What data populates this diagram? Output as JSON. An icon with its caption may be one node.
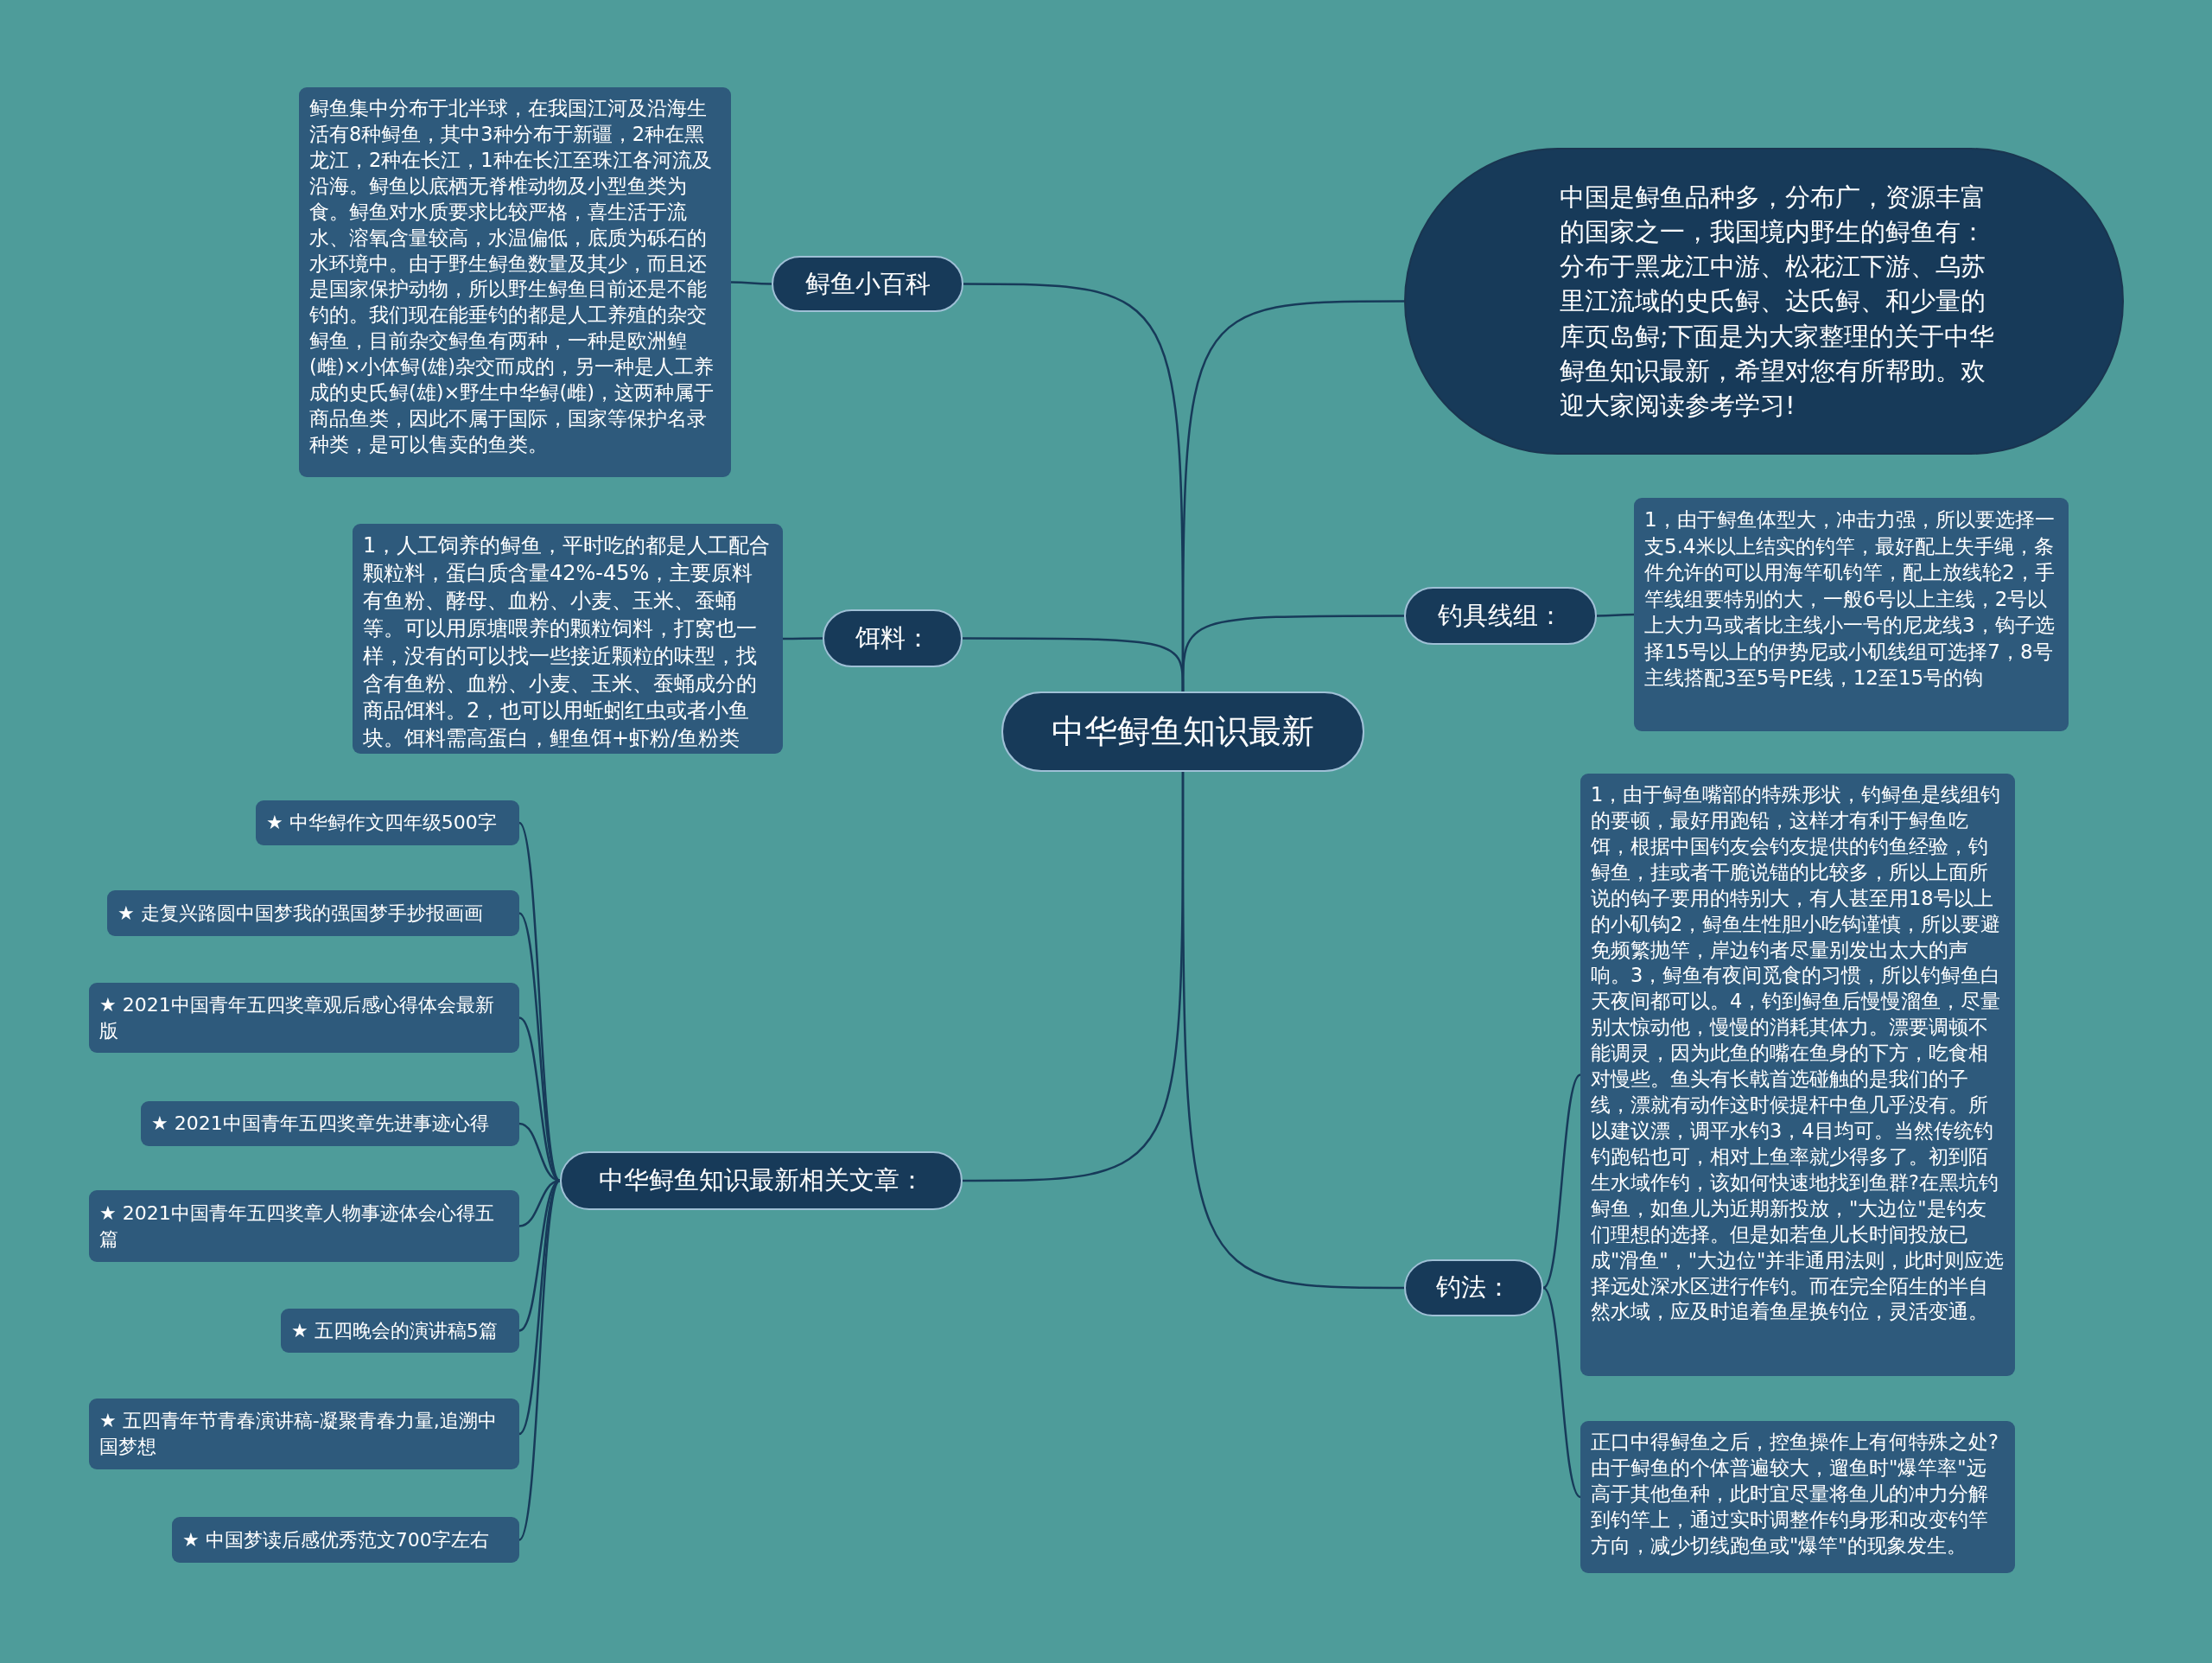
{
  "diagram": {
    "nodes": [
      {
        "text": [
          "中华鲟鱼知识最新"
        ]
      },
      {
        "text": [
          "鲟鱼小百科"
        ]
      },
      {
        "text": [
          "鲟鱼集中分布于北半球，在我国江河及沿海生活有8种鲟鱼，其中3种分布于新疆，2种在黑龙江，2种在长江，1种在长江至珠江各河流及沿海。鲟鱼以底栖无脊椎动物及小型鱼类为食。鲟鱼对水质要求比较严格，喜生活于流水、溶氧含量较高，水温偏低，底质为砾石的水环境中。由于野生鲟鱼数量及其少，而且还是国家保护动物，所以野生鲟鱼目前还是不能钓的。我们现在能垂钓的都是人工养殖的杂交鲟鱼，目前杂交鲟鱼有两种，一种是欧洲鳇(雌)×小体鲟(雄)杂交而成的，另一种是人工养成的史氏鲟(雄)×野生中华鲟(雌)，这两种属于商品鱼类，因此不属于国际，国家等保护名录种类，是可以售卖的鱼类。"
        ]
      },
      {
        "text": [
          "饵料："
        ]
      },
      {
        "text": [
          "1，人工饲养的鲟鱼，平时吃的都是人工配合颗粒料，蛋白质含量42%-45%，主要原料有鱼粉、酵母、血粉、小麦、玉米、蚕蛹等。可以用原塘喂养的颗粒饲料，打窝也一样，没有的可以找一些接近颗粒的味型，找含有鱼粉、血粉、小麦、玉米、蚕蛹成分的商品饵料。2，也可以用蚯蚓红虫或者小鱼块。饵料需高蛋白，鲤鱼饵+虾粉/鱼粉类"
        ]
      },
      {
        "text": [
          "中华鲟鱼知识最新相关文章："
        ]
      },
      {
        "text": [
          "★ 中华鲟作文四年级500字"
        ]
      },
      {
        "text": [
          "★ 走复兴路圆中国梦我的强国梦手抄报画画"
        ]
      },
      {
        "text": [
          "★ 2021中国青年五四奖章观后感心得体会最新版"
        ]
      },
      {
        "text": [
          "★ 2021中国青年五四奖章先进事迹心得"
        ]
      },
      {
        "text": [
          "★ 2021中国青年五四奖章人物事迹体会心得五篇"
        ]
      },
      {
        "text": [
          "★ 五四晚会的演讲稿5篇"
        ]
      },
      {
        "text": [
          "★ 五四青年节青春演讲稿-凝聚青春力量,追溯中国梦想"
        ]
      },
      {
        "text": [
          "★ 中国梦读后感优秀范文700字左右"
        ]
      },
      {
        "text": [
          "中国是鲟鱼品种多，分布广，资源丰富的国家之一，我国境内野生的鲟鱼有：分布于黑龙江中游、松花江下游、乌苏里江流域的史氏鲟、达氏鲟、和少量的库页岛鲟;下面是为大家整理的关于中华鲟鱼知识最新，希望对您有所帮助。欢迎大家阅读参考学习!"
        ]
      },
      {
        "text": [
          "钓具线组："
        ]
      },
      {
        "text": [
          "1，由于鲟鱼体型大，冲击力强，所以要选择一支5.4米以上结实的钓竿，最好配上失手绳，条件允许的可以用海竿矶钓竿，配上放线轮2，手竿线组要特别的大，一般6号以上主线，2号以上大力马或者比主线小一号的尼龙线3，钩子选择15号以上的伊势尼或小矶线组可选择7，8号主线搭配3至5号PE线，12至15号的钩"
        ]
      },
      {
        "text": [
          "钓法："
        ]
      },
      {
        "text": [
          "1，由于鲟鱼嘴部的特殊形状，钓鲟鱼是线组钓的要顿，最好用跑铅，这样才有利于鲟鱼吃饵，根据中国钓友会钓友提供的钓鱼经验，钓鲟鱼，挂或者干脆说锚的比较多，所以上面所说的钩子要用的特别大，有人甚至用18号以上的小矶钩2，鲟鱼生性胆小吃钩谨慎，所以要避免频繁抛竿，岸边钓者尽量别发出太大的声响。3，鲟鱼有夜间觅食的习惯，所以钓鲟鱼白天夜间都可以。4，钓到鲟鱼后慢慢溜鱼，尽量别太惊动他，慢慢的消耗其体力。漂要调顿不能调灵，因为此鱼的嘴在鱼身的下方，吃食相对慢些。鱼头有长戟首选碰触的是我们的子线，漂就有动作这时候提杆中鱼几乎没有。所以建议漂，调平水钓3，4目均可。当然传统钓钓跑铅也可，相对上鱼率就少得多了。初到陌生水域作钓，该如何快速地找到鱼群?在黑坑钓鲟鱼，如鱼儿为近期新投放，\"大边位\"是钓友们理想的选择。但是如若鱼儿长时间投放已成\"滑鱼\"，\"大边位\"并非通用法则，此时则应选择远处深水区进行作钓。而在完全陌生的半自然水域，应及时追着鱼星换钓位，灵活变通。"
        ]
      },
      {
        "text": [
          "正口中得鲟鱼之后，控鱼操作上有何特殊之处?由于鲟鱼的个体普遍较大，遛鱼时\"爆竿率\"远高于其他鱼种，此时宜尽量将鱼儿的冲力分解到钓竿上，通过实时调整作钓身形和改变钓竿方向，减少切线跑鱼或\"爆竿\"的现象发生。"
        ]
      }
    ],
    "edges": [
      {
        "from": 0,
        "to": 1,
        "arrow": "none"
      },
      {
        "from": 1,
        "to": 2,
        "arrow": "none"
      },
      {
        "from": 0,
        "to": 3,
        "arrow": "none"
      },
      {
        "from": 3,
        "to": 4,
        "arrow": "none"
      },
      {
        "from": 0,
        "to": 5,
        "arrow": "none"
      },
      {
        "from": 5,
        "to": 6,
        "arrow": "none"
      },
      {
        "from": 5,
        "to": 7,
        "arrow": "none"
      },
      {
        "from": 5,
        "to": 8,
        "arrow": "none"
      },
      {
        "from": 5,
        "to": 9,
        "arrow": "none"
      },
      {
        "from": 5,
        "to": 10,
        "arrow": "none"
      },
      {
        "from": 5,
        "to": 11,
        "arrow": "none"
      },
      {
        "from": 5,
        "to": 12,
        "arrow": "none"
      },
      {
        "from": 5,
        "to": 13,
        "arrow": "none"
      },
      {
        "from": 0,
        "to": 14,
        "arrow": "none"
      },
      {
        "from": 0,
        "to": 15,
        "arrow": "none"
      },
      {
        "from": 15,
        "to": 16,
        "arrow": "none"
      },
      {
        "from": 0,
        "to": 17,
        "arrow": "none"
      },
      {
        "from": 17,
        "to": 18,
        "arrow": "none"
      },
      {
        "from": 17,
        "to": 19,
        "arrow": "none"
      }
    ]
  }
}
